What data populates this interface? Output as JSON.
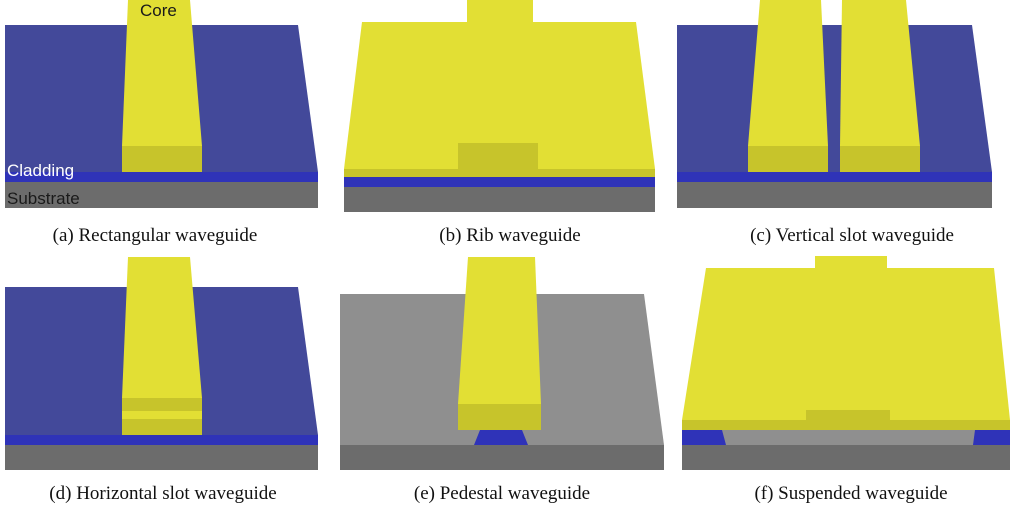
{
  "colors": {
    "core": "#e2df34",
    "core_side": "#c7c42b",
    "cladding": "#43499a",
    "cladding_side": "#2f33b8",
    "substrate": "#8f8f8f",
    "substrate_side": "#6c6c6c"
  },
  "labels": {
    "core": "Core",
    "cladding": "Cladding",
    "substrate": "Substrate"
  },
  "panels": [
    {
      "caption": "(a) Rectangular waveguide"
    },
    {
      "caption": "(b) Rib waveguide"
    },
    {
      "caption": "(c) Vertical slot waveguide"
    },
    {
      "caption": "(d) Horizontal slot waveguide"
    },
    {
      "caption": "(e) Pedestal waveguide"
    },
    {
      "caption": "(f) Suspended waveguide"
    }
  ]
}
